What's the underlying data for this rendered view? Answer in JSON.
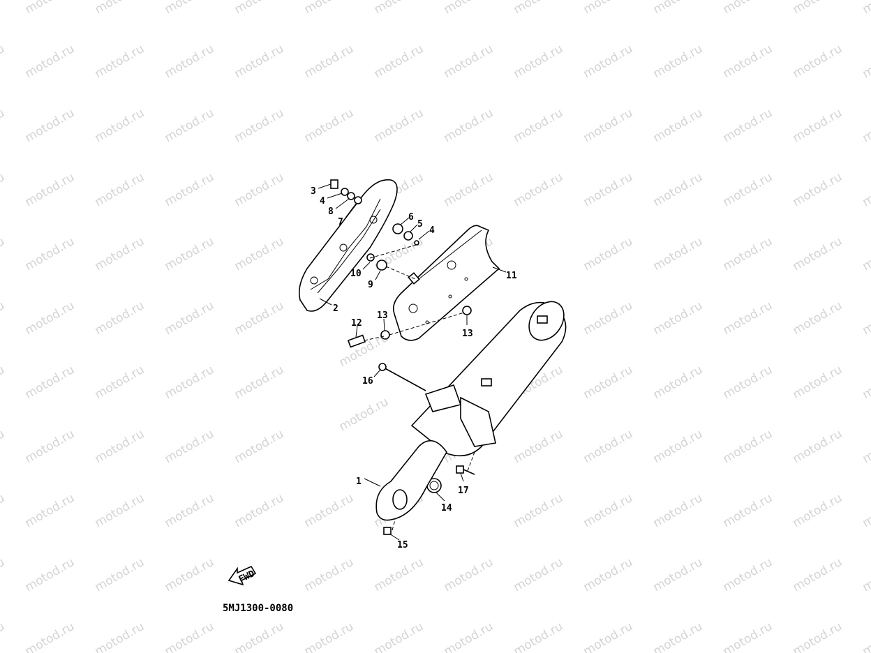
{
  "diagram_code": "5MJ1300-0080",
  "fwd_arrow_label": "FWD",
  "watermark": "motod.ru",
  "callouts": [
    {
      "id": "c3",
      "text": "3"
    },
    {
      "id": "c4a",
      "text": "4"
    },
    {
      "id": "c8",
      "text": "8"
    },
    {
      "id": "c7",
      "text": "7"
    },
    {
      "id": "c6",
      "text": "6"
    },
    {
      "id": "c5",
      "text": "5"
    },
    {
      "id": "c4b",
      "text": "4"
    },
    {
      "id": "c10",
      "text": "10"
    },
    {
      "id": "c9",
      "text": "9"
    },
    {
      "id": "c11",
      "text": "11"
    },
    {
      "id": "c2",
      "text": "2"
    },
    {
      "id": "c12",
      "text": "12"
    },
    {
      "id": "c13a",
      "text": "13"
    },
    {
      "id": "c13b",
      "text": "13"
    },
    {
      "id": "c16",
      "text": "16"
    },
    {
      "id": "c1",
      "text": "1"
    },
    {
      "id": "c17",
      "text": "17"
    },
    {
      "id": "c14",
      "text": "14"
    },
    {
      "id": "c15",
      "text": "15"
    }
  ]
}
